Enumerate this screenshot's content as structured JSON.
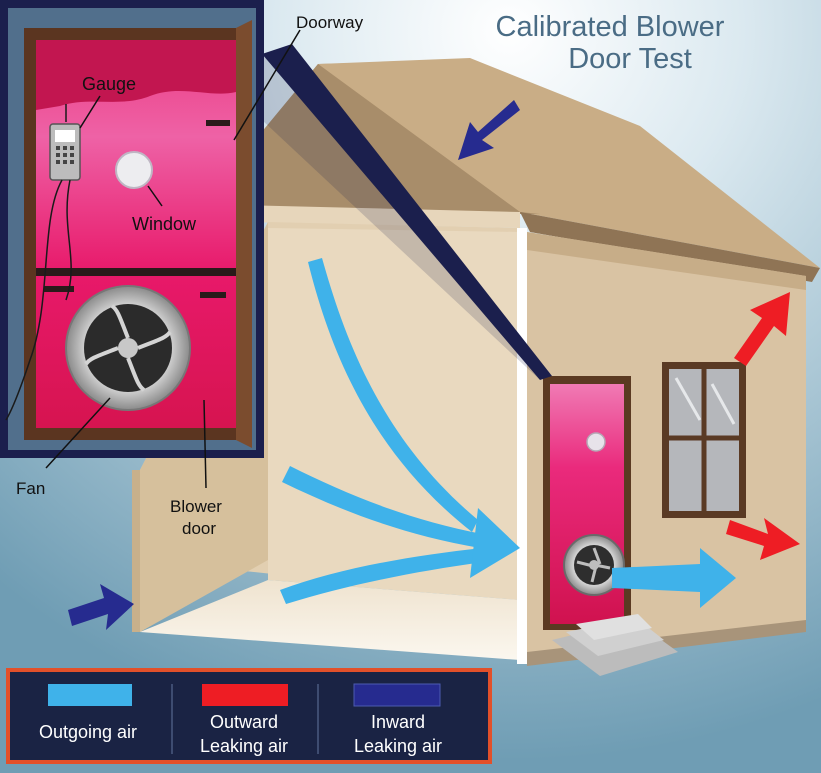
{
  "title_line1": "Calibrated Blower",
  "title_line2": "Door Test",
  "labels": {
    "doorway": "Doorway",
    "gauge": "Gauge",
    "window": "Window",
    "fan": "Fan",
    "blower_line1": "Blower",
    "blower_line2": "door"
  },
  "legend": {
    "outgoing": {
      "line1": "Outgoing air",
      "line2": "",
      "color": "#3fb2ea"
    },
    "outward": {
      "line1": "Outward",
      "line2": "Leaking air",
      "color": "#ee1d24"
    },
    "inward": {
      "line1": "Inward",
      "line2": "Leaking air",
      "color": "#262b8f"
    }
  },
  "colors": {
    "sky_top": "#ffffff",
    "sky_bottom": "#6f9db4",
    "house_wall": "#d9c3a3",
    "door": "#e8196a",
    "inset_border": "#1b1f4d",
    "legend_border": "#e2502a",
    "legend_bg": "#1a2344"
  }
}
